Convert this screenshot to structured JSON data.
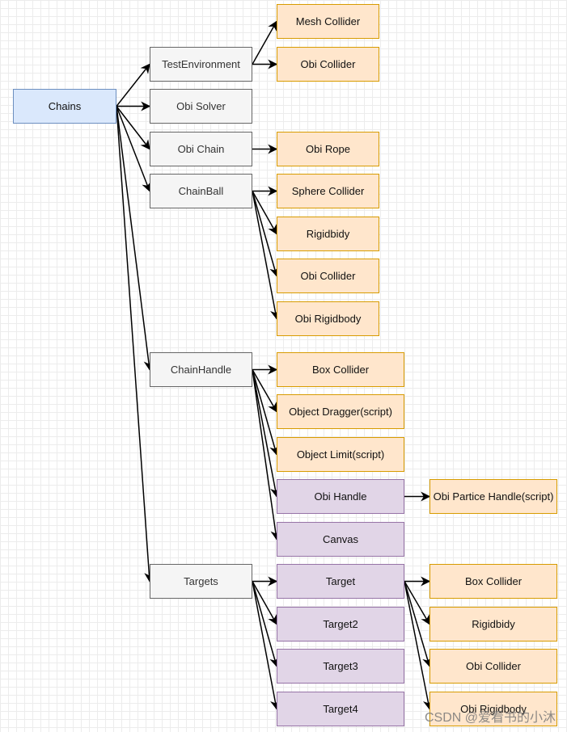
{
  "nodes": {
    "chains": "Chains",
    "test_environment": "TestEnvironment",
    "obi_solver": "Obi Solver",
    "obi_chain": "Obi Chain",
    "chain_ball": "ChainBall",
    "chain_handle": "ChainHandle",
    "targets": "Targets",
    "mesh_collider": "Mesh Collider",
    "obi_collider_env": "Obi Collider",
    "obi_rope": "Obi Rope",
    "sphere_collider": "Sphere Collider",
    "rigidbidy_ball": "Rigidbidy",
    "obi_collider_ball": "Obi Collider",
    "obi_rigidbody_ball": "Obi Rigidbody",
    "box_collider_handle": "Box Collider",
    "object_dragger": "Object Dragger(script)",
    "object_limit": "Object Limit(script)",
    "obi_handle": "Obi Handle",
    "canvas": "Canvas",
    "obi_particle_handle": "Obi Partice Handle(script)",
    "target": "Target",
    "target2": "Target2",
    "target3": "Target3",
    "target4": "Target4",
    "box_collider_target": "Box Collider",
    "rigidbidy_target": "Rigidbidy",
    "obi_collider_target": "Obi Collider",
    "obi_rigidbody_target": "Obi Rigidbody"
  },
  "watermark": "CSDN @爱看书的小沐",
  "colors": {
    "root_fill": "#dae8fc",
    "root_stroke": "#6c8ebf",
    "mid_fill": "#f5f5f5",
    "mid_stroke": "#666666",
    "orange_fill": "#ffe6cc",
    "orange_stroke": "#d79b00",
    "purple_fill": "#e1d5e7",
    "purple_stroke": "#9673a6"
  }
}
